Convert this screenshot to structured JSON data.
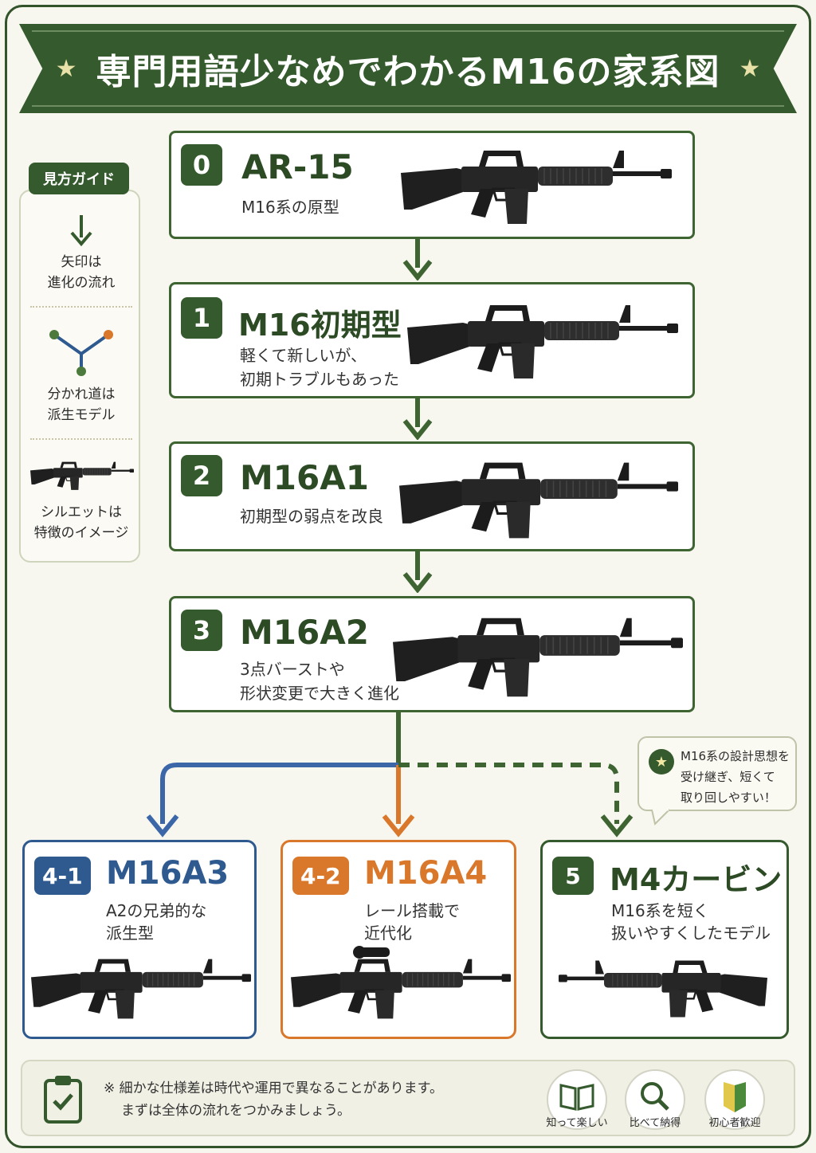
{
  "title": "専門用語少なめでわかるM16の家系図",
  "guide": {
    "heading": "見方ガイド",
    "items": [
      {
        "line1": "矢印は",
        "line2": "進化の流れ"
      },
      {
        "line1": "分かれ道は",
        "line2": "派生モデル"
      },
      {
        "line1": "シルエットは",
        "line2": "特徴のイメージ"
      }
    ]
  },
  "main_cards": [
    {
      "num": "0",
      "name": "AR-15",
      "desc1": "M16系の原型",
      "desc2": ""
    },
    {
      "num": "1",
      "name": "M16初期型",
      "desc1": "軽くて新しいが、",
      "desc2": "初期トラブルもあった"
    },
    {
      "num": "2",
      "name": "M16A1",
      "desc1": "初期型の弱点を改良",
      "desc2": ""
    },
    {
      "num": "3",
      "name": "M16A2",
      "desc1": "3点バーストや",
      "desc2": "形状変更で大きく進化"
    }
  ],
  "bubble": {
    "line1": "M16系の設計思想を",
    "line2": "受け継ぎ、短くて",
    "line3": "取り回しやすい！"
  },
  "branch_cards": [
    {
      "tag": "4-1",
      "name": "M16A3",
      "desc1": "A2の兄弟的な",
      "desc2": "派生型",
      "color": "#2f5a8f"
    },
    {
      "tag": "4-2",
      "name": "M16A4",
      "desc1": "レール搭載で",
      "desc2": "近代化",
      "color": "#d9772b"
    },
    {
      "tag": "5",
      "name": "M4カービン",
      "desc1": "M16系を短く",
      "desc2": "扱いやすくしたモデル",
      "color": "#355a2d"
    }
  ],
  "footer": {
    "note1": "※ 細かな仕様差は時代や運用で異なることがあります。",
    "note2": "まずは全体の流れをつかみましょう。",
    "icons": [
      {
        "label": "知って楽しい",
        "icon": "book-icon"
      },
      {
        "label": "比べて納得",
        "icon": "magnifier-icon"
      },
      {
        "label": "初心者歓迎",
        "icon": "beginner-mark-icon"
      }
    ]
  },
  "colors": {
    "green": "#355a2d",
    "blue": "#2f5a8f",
    "orange": "#d9772b"
  }
}
